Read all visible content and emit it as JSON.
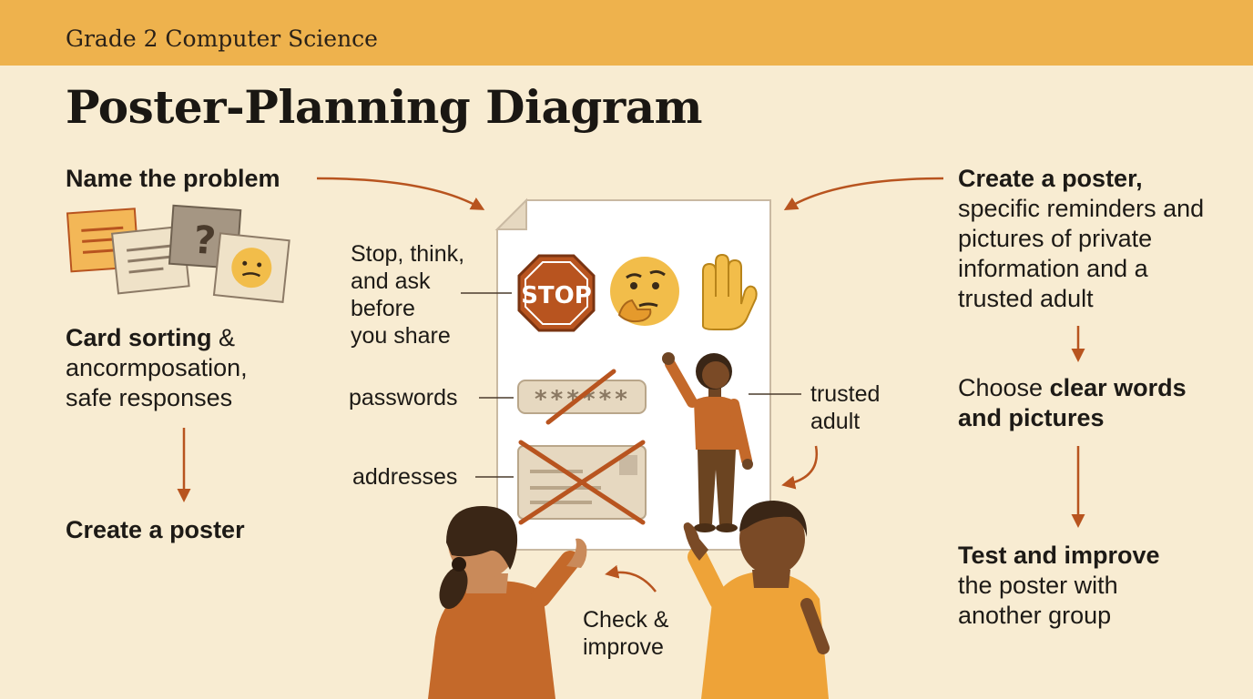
{
  "header": {
    "subject": "Grade 2 Computer Science",
    "title": "Poster-Planning Diagram"
  },
  "left": {
    "step1": "Name the problem",
    "step2_bold": "Card sorting",
    "step2_rest_1": " &",
    "step2_rest_2": "ancormposation,",
    "step2_rest_3": "safe responses",
    "step3": "Create a poster"
  },
  "right": {
    "step1_bold": "Create a poster,",
    "step1_rest": [
      "specific reminders and",
      "pictures of private",
      "information and a",
      "trusted adult"
    ],
    "step2_plain": "Choose ",
    "step2_bold_1": "clear words",
    "step2_bold_2": "and pictures",
    "step3_bold": "Test and improve",
    "step3_rest": [
      "the poster with",
      "another group"
    ]
  },
  "poster": {
    "stop_sign_text": "STOP",
    "password_mask": "******",
    "label_stop": [
      "Stop, think,",
      "and ask",
      "before",
      "you share"
    ],
    "label_passwords": "passwords",
    "label_addresses": "addresses",
    "label_trusted": [
      "trusted",
      "adult"
    ],
    "label_check": [
      "Check &",
      "improve"
    ]
  },
  "colors": {
    "banner": "#eeb24d",
    "background": "#f8ecd2",
    "accent": "#b8541f"
  }
}
